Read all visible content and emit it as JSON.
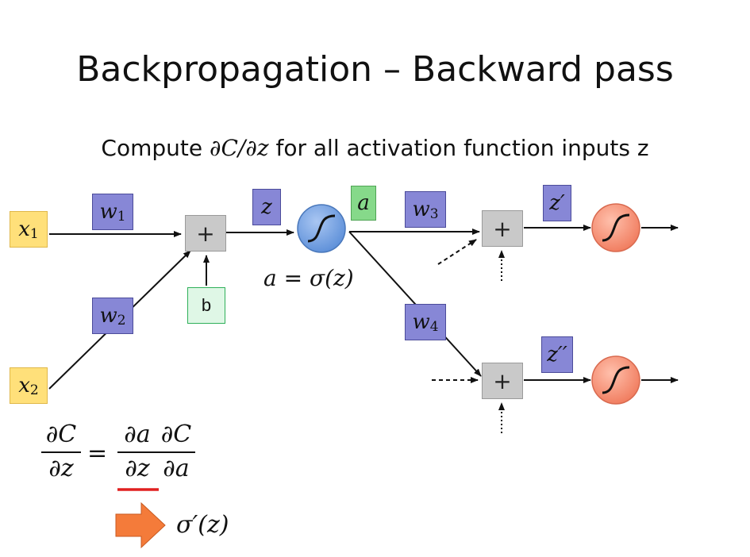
{
  "slide": {
    "title": "Backpropagation – Backward pass",
    "subtitle_prefix": "Compute",
    "subtitle_math": "∂C/∂z",
    "subtitle_suffix": "for all activation function inputs z"
  },
  "diagram": {
    "x1": {
      "base": "x",
      "sub": "1"
    },
    "x2": {
      "base": "x",
      "sub": "2"
    },
    "w1": {
      "base": "w",
      "sub": "1"
    },
    "w2": {
      "base": "w",
      "sub": "2"
    },
    "w3": {
      "base": "w",
      "sub": "3"
    },
    "w4": {
      "base": "w",
      "sub": "4"
    },
    "sum_symbol": "+",
    "bias_label": "b",
    "z_label": "z",
    "a_label": "a",
    "activation_eq": "a = σ(z)",
    "z_prime": "z′",
    "z_double_prime": "z′′",
    "colors": {
      "weight_fill": "#8787d6",
      "input_fill": "#ffe07a",
      "sum_fill": "#c9c9c9",
      "bias_fill": "#dff7e6",
      "a_fill": "#86d98a",
      "neuron_blue": "#6f9ee0",
      "neuron_red": "#f59a80",
      "arrow_orange": "#f47b3a",
      "underline_red": "#e02020"
    }
  },
  "formula": {
    "lhs_num": "∂C",
    "lhs_den": "∂z",
    "equals": "=",
    "r1_num": "∂a",
    "r1_den": "∂z",
    "r2_num": "∂C",
    "r2_den": "∂a",
    "result": "σ′(z)"
  }
}
